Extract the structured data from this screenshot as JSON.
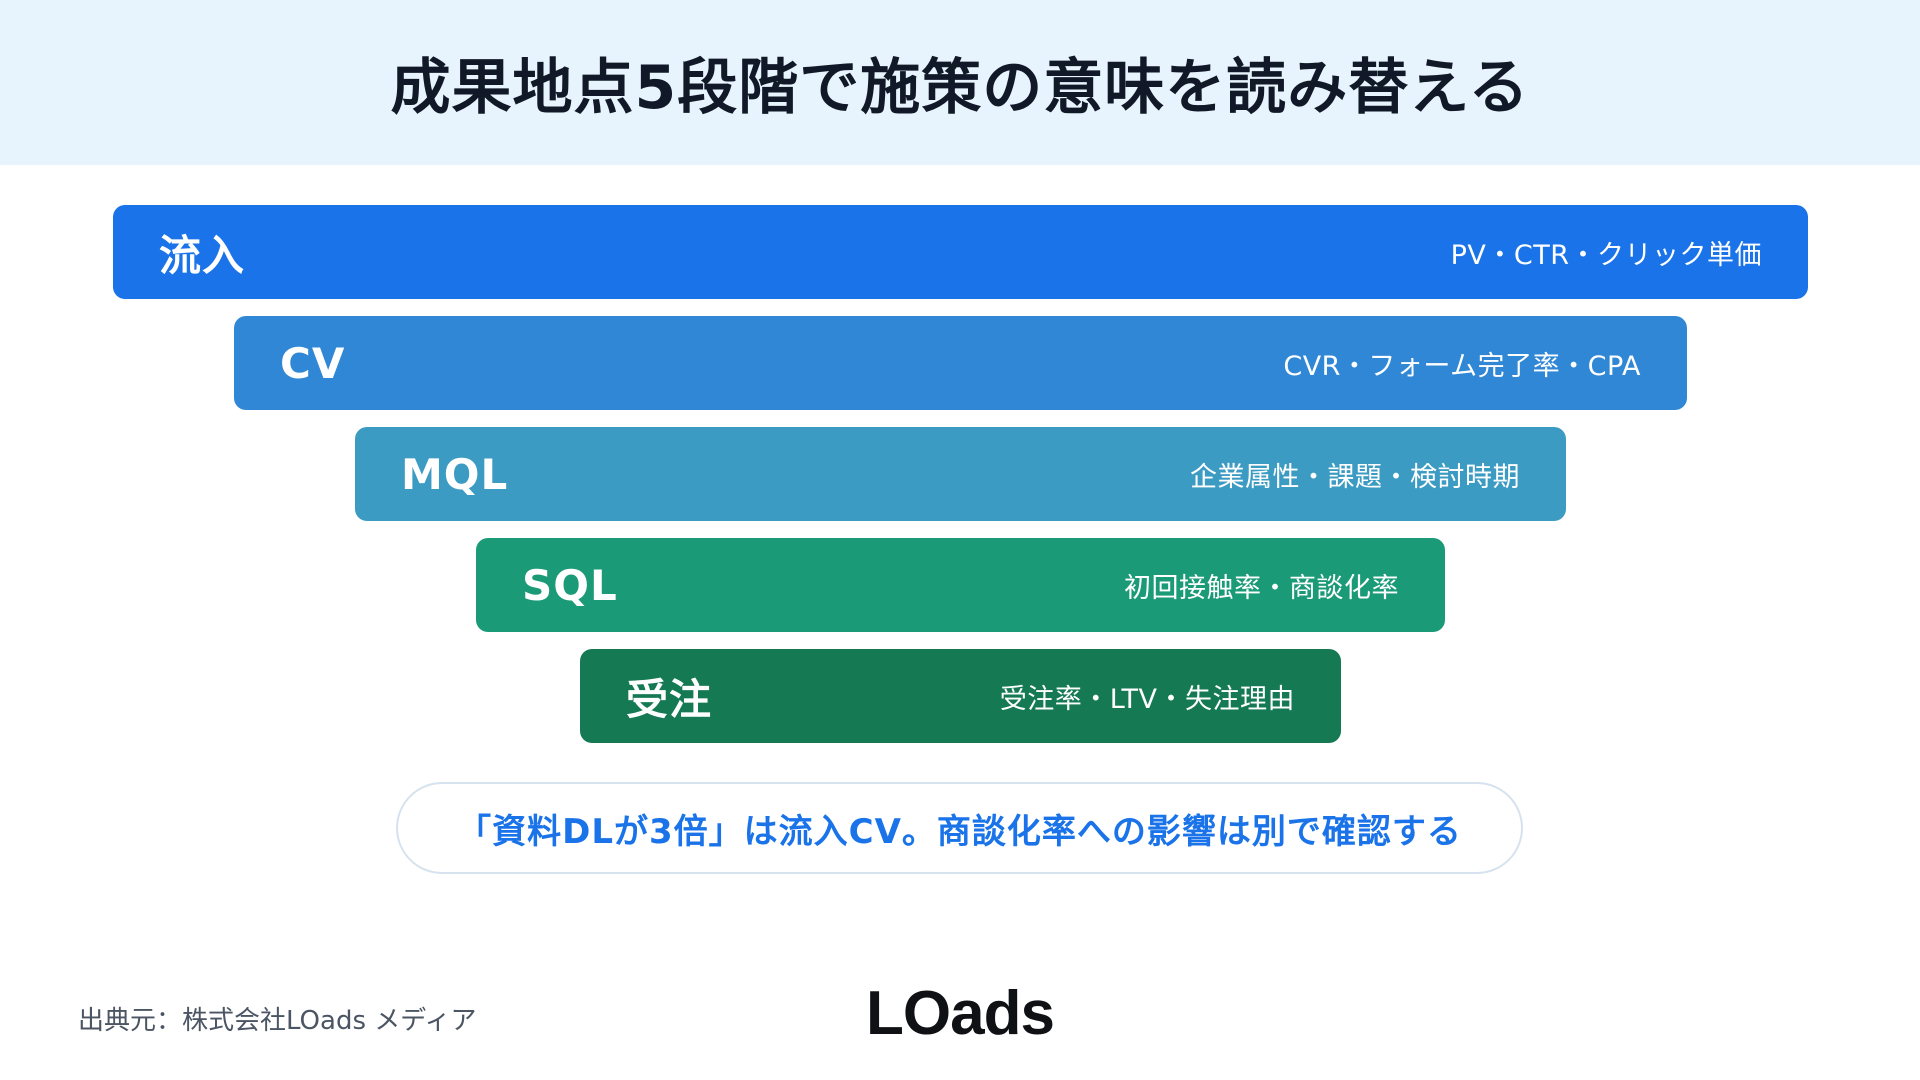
{
  "header": {
    "title": "成果地点5段階で施策の意味を読み替える"
  },
  "funnel": {
    "stages": [
      {
        "label": "流入",
        "metrics": "PV・CTR・クリック単価",
        "color": "#1a73e8"
      },
      {
        "label": "CV",
        "metrics": "CVR・フォーム完了率・CPA",
        "color": "#3087d5"
      },
      {
        "label": "MQL",
        "metrics": "企業属性・課題・検討時期",
        "color": "#3c9bc3"
      },
      {
        "label": "SQL",
        "metrics": "初回接触率・商談化率",
        "color": "#1a9a76"
      },
      {
        "label": "受注",
        "metrics": "受注率・LTV・失注理由",
        "color": "#157a54"
      }
    ]
  },
  "callout": {
    "text": "「資料DLが3倍」は流入CV。商談化率への影響は別で確認する",
    "color": "#1a73e8"
  },
  "footer": {
    "source": "出典元：株式会社LOads メディア",
    "logo": "LOads"
  }
}
